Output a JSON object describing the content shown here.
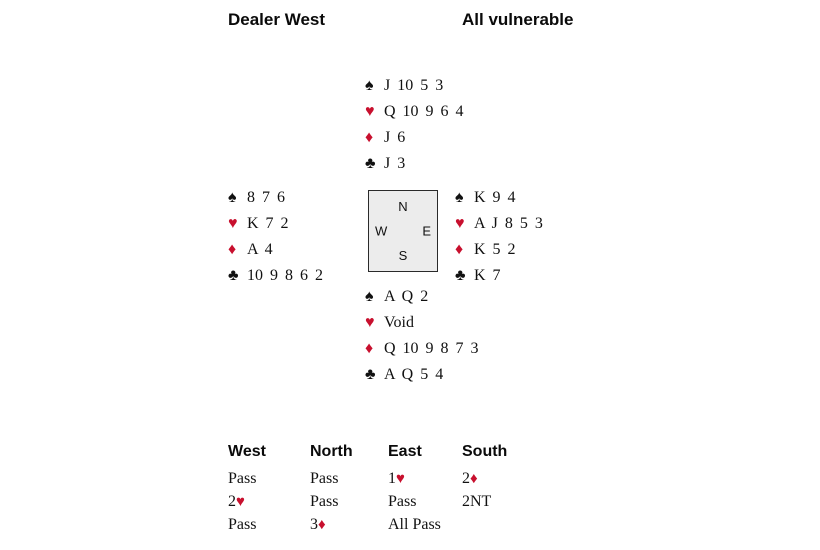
{
  "header": {
    "dealer": "Dealer West",
    "vulnerability": "All vulnerable"
  },
  "compass": {
    "north": "N",
    "east": "E",
    "south": "S",
    "west": "W"
  },
  "suit_symbols": {
    "spade": "♠",
    "heart": "♥",
    "diamond": "♦",
    "club": "♣"
  },
  "colors": {
    "red_suit": "#c8102e",
    "black_suit": "#111111"
  },
  "hands": {
    "north": {
      "spades": "J 10 5 3",
      "hearts": "Q 10 9 6 4",
      "diamonds": "J 6",
      "clubs": "J 3"
    },
    "west": {
      "spades": "8 7 6",
      "hearts": "K 7 2",
      "diamonds": "A 4",
      "clubs": "10 9 8 6 2"
    },
    "east": {
      "spades": "K 9 4",
      "hearts": "A J 8 5 3",
      "diamonds": "K 5 2",
      "clubs": "K 7"
    },
    "south": {
      "spades": "A Q 2",
      "hearts": "Void",
      "diamonds": "Q 10 9 8 7 3",
      "clubs": "A Q 5 4"
    }
  },
  "bidding": {
    "headers": [
      "West",
      "North",
      "East",
      "South"
    ],
    "rows": [
      [
        {
          "label": "Pass"
        },
        {
          "label": "Pass"
        },
        {
          "label": "1",
          "suit": "♥"
        },
        {
          "label": "2",
          "suit": "♦"
        }
      ],
      [
        {
          "label": "2",
          "suit": "♥"
        },
        {
          "label": "Pass"
        },
        {
          "label": "Pass"
        },
        {
          "label": "2NT"
        }
      ],
      [
        {
          "label": "Pass"
        },
        {
          "label": "3",
          "suit": "♦"
        },
        {
          "label": "All Pass"
        },
        {
          "label": ""
        }
      ]
    ]
  }
}
